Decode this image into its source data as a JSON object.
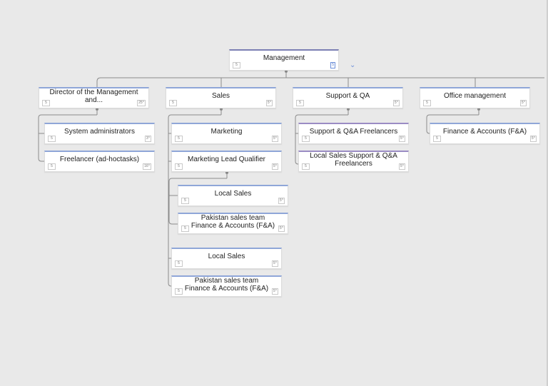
{
  "nodes": [
    {
      "id": "root",
      "label": "Management",
      "count": "5",
      "reports": "5"
    },
    {
      "id": "director",
      "label": "Director of the Management and...",
      "count": "5",
      "reports": "25^"
    },
    {
      "id": "sales",
      "label": "Sales",
      "count": "5",
      "reports": "5^"
    },
    {
      "id": "support",
      "label": "Support & QA",
      "count": "5",
      "reports": "5^"
    },
    {
      "id": "office",
      "label": "Office management",
      "count": "5",
      "reports": "5^"
    },
    {
      "id": "sysadmin",
      "label": "System administrators",
      "count": "5",
      "reports": "3^"
    },
    {
      "id": "freelancer",
      "label": "Freelancer (ad-hoctasks)",
      "count": "5",
      "reports": "16^"
    },
    {
      "id": "marketing",
      "label": "Marketing",
      "count": "5",
      "reports": "5^"
    },
    {
      "id": "mlq",
      "label": "Marketing Lead Qualifier",
      "count": "5",
      "reports": "5^"
    },
    {
      "id": "local1",
      "label": "Local Sales",
      "count": "5",
      "reports": "5^"
    },
    {
      "id": "pak1",
      "label": "Pakistan sales team Finance & Accounts (F&A)",
      "count": "5",
      "reports": "5^"
    },
    {
      "id": "local2",
      "label": "Local Sales",
      "count": "5",
      "reports": "5^"
    },
    {
      "id": "pak2",
      "label": "Pakistan sales team Finance & Accounts (F&A)",
      "count": "5",
      "reports": "5^"
    },
    {
      "id": "sqa",
      "label": "Support & Q&A Freelancers",
      "count": "5",
      "reports": "5^"
    },
    {
      "id": "lssqa",
      "label": "Local Sales Support & Q&A Freelancers",
      "count": "5",
      "reports": "5^"
    },
    {
      "id": "fa",
      "label": "Finance & Accounts (F&A)",
      "count": "5",
      "reports": "5^"
    }
  ],
  "colors": {
    "line": "#8c8c8c",
    "accent": "#8fa6d8",
    "background": "#e9e9e9"
  },
  "icons": {
    "root_toggle": "chevron-down-icon"
  }
}
